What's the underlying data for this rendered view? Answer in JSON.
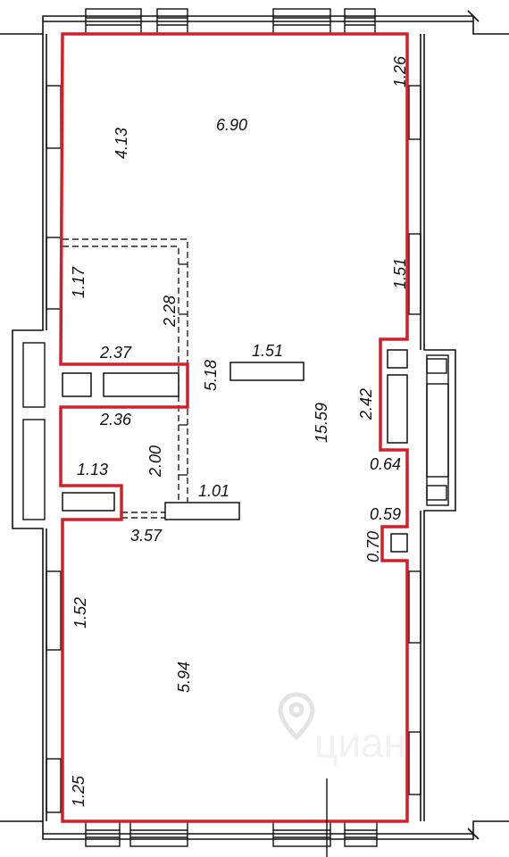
{
  "colors": {
    "outline": "#d0202a",
    "wall": "#111111",
    "dashed": "#222222",
    "watermark": "#cfcfcf"
  },
  "dimensions": {
    "top_width": "6.90",
    "top_left_height": "4.13",
    "top_right_segment": "1.26",
    "right_mid_segment": "1.51",
    "left_window_segment": "1.17",
    "dashed_height": "2.28",
    "niche_top_width": "2.37",
    "niche_height": "5.18",
    "column_width": "1.51",
    "niche_bottom_width": "2.36",
    "total_length": "15.59",
    "right_niche_height": "2.42",
    "dashed_lower_height": "2.00",
    "small_niche_width": "1.13",
    "beam_width": "1.01",
    "right_niche_depth": "0.64",
    "small_right_niche_width": "0.59",
    "small_right_niche_height": "0.70",
    "bottom_span": "3.57",
    "left_lower_segment": "1.52",
    "bottom_height": "5.94",
    "bottom_left_segment": "1.25"
  },
  "watermark": {
    "text": "циан",
    "icon": "location-pin-icon"
  }
}
